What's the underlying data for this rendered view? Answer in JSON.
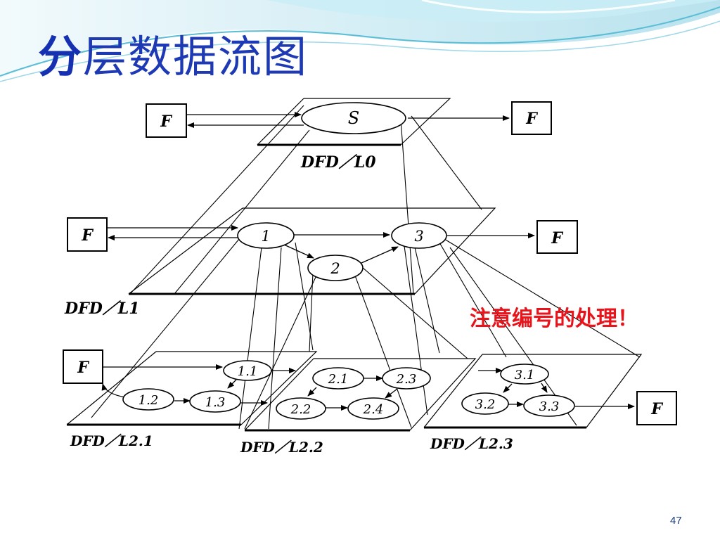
{
  "slide": {
    "title_first_char": "分",
    "title_rest": "层数据流图",
    "note": "注意编号的处理！",
    "page_number": "47"
  },
  "diagram": {
    "external_entity": "F",
    "levels": [
      {
        "id": "L0",
        "label": "DFD／L0",
        "processes": [
          "S"
        ]
      },
      {
        "id": "L1",
        "label": "DFD／L1",
        "processes": [
          "1",
          "2",
          "3"
        ]
      },
      {
        "id": "L2.1",
        "label": "DFD／L2.1",
        "processes": [
          "1.1",
          "1.2",
          "1.3"
        ]
      },
      {
        "id": "L2.2",
        "label": "DFD／L2.2",
        "processes": [
          "2.1",
          "2.2",
          "2.3",
          "2.4"
        ]
      },
      {
        "id": "L2.3",
        "label": "DFD／L2.3",
        "processes": [
          "3.1",
          "3.2",
          "3.3"
        ]
      }
    ]
  },
  "colors": {
    "title": "#1d3ab4",
    "note": "#e8141b",
    "line": "#000000",
    "wave_dark": "#5bbdd6",
    "wave_light": "#bfe7f1"
  }
}
